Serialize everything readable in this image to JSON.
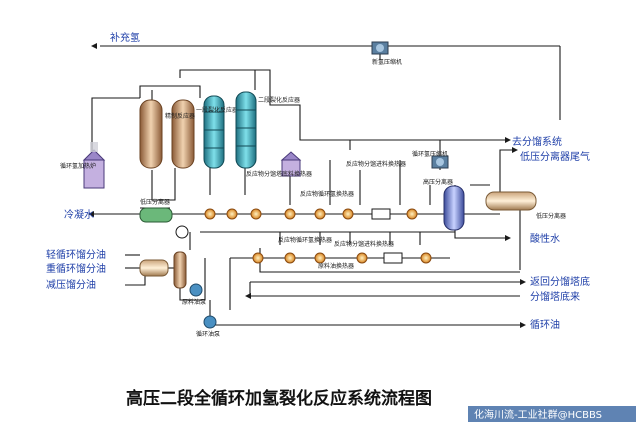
{
  "title": "高压二段全循环加氢裂化反应系统流程图",
  "watermark": "化海川流-工业社群@HCBBS",
  "streams": {
    "makeup_h2": "补充氢",
    "to_fractionation": "去分馏系统",
    "lp_sep_tail_gas": "低压分离器尾气",
    "cond_water": "冷凝水",
    "acid_water": "酸性水",
    "light_cycle_oil": "轻循环馏分油",
    "heavy_cycle_oil": "重循环馏分油",
    "vac_distillate": "减压馏分油",
    "return_frac_bottom": "返回分馏塔底",
    "frac_bottom_feed": "分馏塔底来",
    "cycle_oil": "循环油"
  },
  "equipment": {
    "new_h2_compressor": "新氢压缩机",
    "recycle_h2_furnace": "循环氢加热炉",
    "refining_reactor": "精制反应器",
    "stage1_cracking_reactor": "一段裂化反应器",
    "stage2_cracking_reactor": "二段裂化反应器",
    "recycle_h2_compressor": "循环氢压缩机",
    "hp_separator": "高压分离器",
    "lp_separator_left": "低压分离器",
    "lp_separator_right": "低压分离器",
    "feed_pump": "原料油泵",
    "cycle_pump": "循环油泵",
    "hx_1": "反应物分馏塔底料换热器",
    "hx_2": "反应物循环氢换热器",
    "hx_3": "反应物分馏进料换热器",
    "hx_4": "反应物循环氢换热器",
    "hx_5": "反应物分馏进料换热器",
    "hx_6": "原料油换热器"
  },
  "colors": {
    "label": "#1f3fa8",
    "pipe": "#1a1a1a",
    "reactor": "#2aa7b5",
    "vessel": "#b0825a",
    "hx": "#e0962c"
  }
}
